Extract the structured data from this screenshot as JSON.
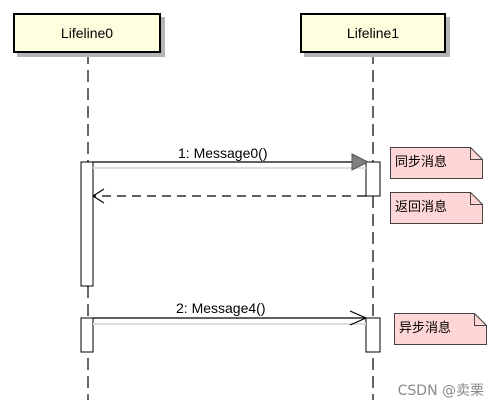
{
  "lifelines": [
    {
      "name": "Lifeline0"
    },
    {
      "name": "Lifeline1"
    }
  ],
  "messages": [
    {
      "label": "1: Message0()",
      "kind": "synchronous"
    },
    {
      "label": "",
      "kind": "return"
    },
    {
      "label": "2: Message4()",
      "kind": "asynchronous"
    }
  ],
  "notes": [
    {
      "text": "同步消息"
    },
    {
      "text": "返回消息"
    },
    {
      "text": "异步消息"
    }
  ],
  "watermark": "CSDN @卖栗",
  "colors": {
    "lifeline_fill": "#ffffe0",
    "note_fill": "#ffd6d6",
    "sync_arrowhead": "#7f7f7f",
    "watermark": "#8a8a8a"
  }
}
